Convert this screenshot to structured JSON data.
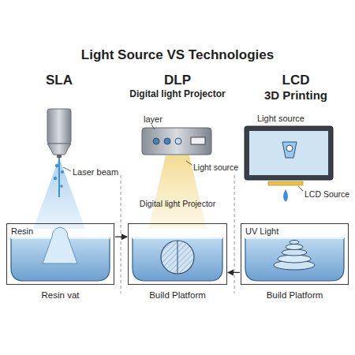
{
  "diagram": {
    "title": "Light Source VS Technologies",
    "nodes": [
      {
        "text": [
          "Resin",
          "Resin vat"
        ]
      },
      {
        "text": [
          "Build Platform"
        ]
      },
      {
        "text": [
          "UV Light",
          "Build Platform"
        ]
      }
    ],
    "edges": [
      {
        "from": 0,
        "to": 1,
        "arrow": "to"
      },
      {
        "from": 2,
        "to": 1,
        "arrow": "to"
      }
    ],
    "labels": [
      "SLA",
      "DLP",
      "Digital light Projector",
      "LCD",
      "3D Printing",
      "Laser beam",
      "layer",
      "Light source",
      "Digital light Projector",
      "Light source",
      "LCD Source"
    ]
  }
}
